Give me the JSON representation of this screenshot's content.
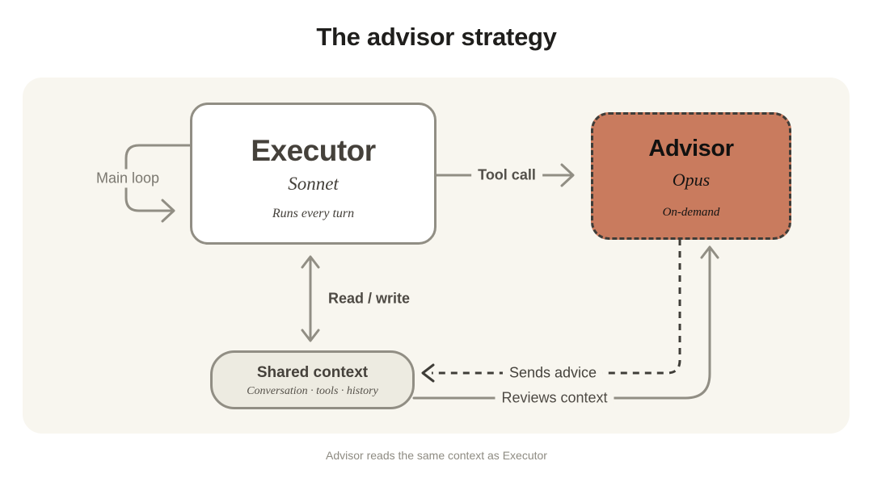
{
  "title": "The advisor strategy",
  "caption": "Advisor reads the same context as Executor",
  "nodes": {
    "executor": {
      "title": "Executor",
      "model": "Sonnet",
      "note": "Runs every turn"
    },
    "advisor": {
      "title": "Advisor",
      "model": "Opus",
      "note": "On-demand"
    },
    "shared_context": {
      "title": "Shared context",
      "subtitle": "Conversation · tools · history"
    }
  },
  "edges": {
    "main_loop": {
      "label": "Main loop",
      "style": "solid"
    },
    "tool_call": {
      "label": "Tool call",
      "style": "solid"
    },
    "read_write": {
      "label": "Read / write",
      "style": "solid-double-arrow"
    },
    "sends_advice": {
      "label": "Sends advice",
      "style": "dashed"
    },
    "reviews_context": {
      "label": "Reviews context",
      "style": "solid"
    }
  },
  "colors": {
    "panel_bg": "#f8f6ef",
    "advisor_fill": "#c97b5e",
    "advisor_border": "#3e3c38",
    "shared_fill": "#edebe1",
    "wire_gray": "#918e84",
    "dashed_wire": "#3f3d38",
    "title_text": "#1f1e1c",
    "caption_text": "#8e8b82"
  }
}
